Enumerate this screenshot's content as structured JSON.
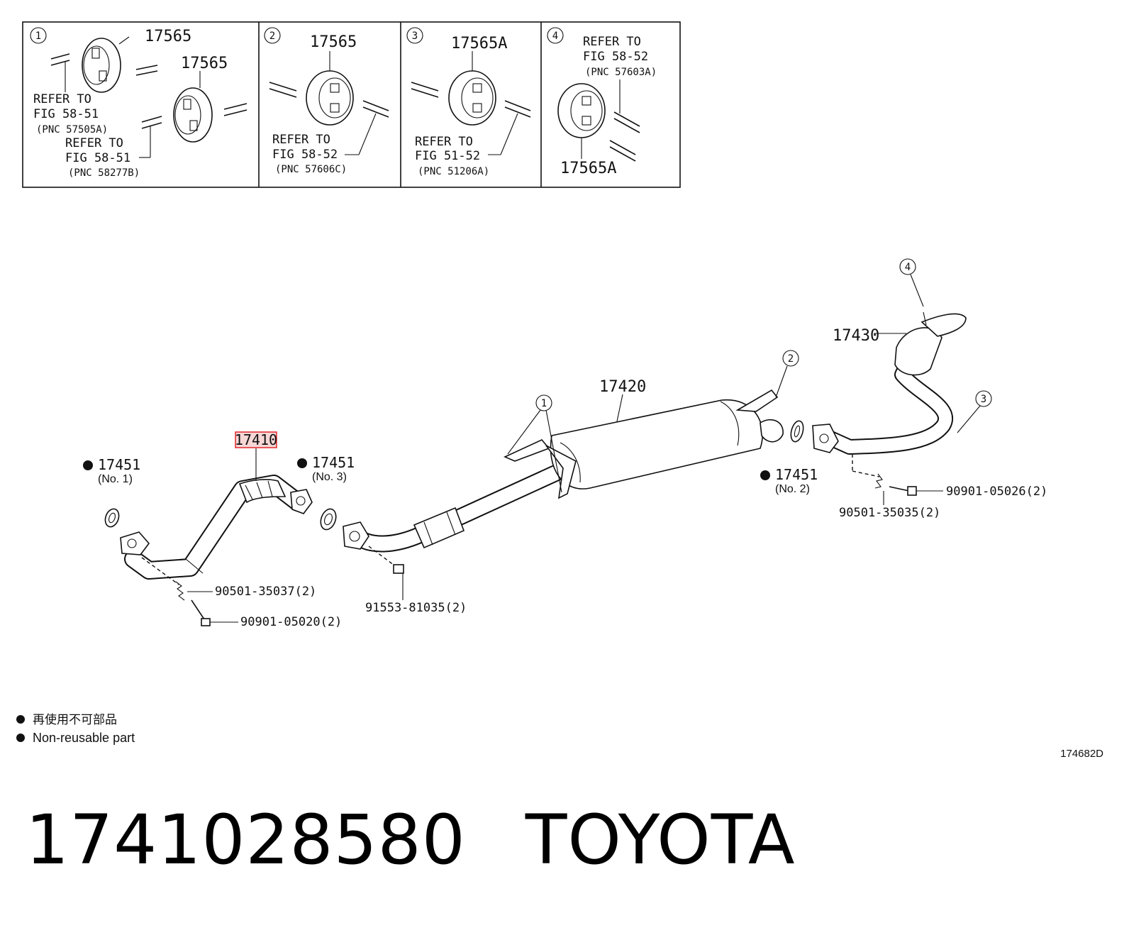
{
  "insets": [
    {
      "num": "1",
      "labels": [
        "17565",
        "17565"
      ],
      "notes": [
        [
          "REFER TO",
          "FIG 58-51",
          "(PNC 57505A)"
        ],
        [
          "REFER TO",
          "FIG 58-51",
          "(PNC 58277B)"
        ]
      ]
    },
    {
      "num": "2",
      "labels": [
        "17565"
      ],
      "notes": [
        [
          "REFER TO",
          "FIG 58-52",
          "(PNC 57606C)"
        ]
      ]
    },
    {
      "num": "3",
      "labels": [
        "17565A"
      ],
      "notes": [
        [
          "REFER TO",
          "FIG 51-52",
          "(PNC 51206A)"
        ]
      ]
    },
    {
      "num": "4",
      "labels": [
        "17565A"
      ],
      "notes": [
        [
          "REFER TO",
          "FIG 58-52",
          "(PNC 57603A)"
        ]
      ]
    }
  ],
  "parts": {
    "p17410": "17410",
    "p17420": "17420",
    "p17430": "17430",
    "gasket1": {
      "num": "17451",
      "note": "(No. 1)"
    },
    "gasket2": {
      "num": "17451",
      "note": "(No. 2)"
    },
    "gasket3": {
      "num": "17451",
      "note": "(No. 3)"
    },
    "spring_front": "90501-35037(2)",
    "bolt_front": "90901-05020(2)",
    "bolt_mid": "91553-81035(2)",
    "spring_rear": "90501-35035(2)",
    "bolt_rear": "90901-05026(2)"
  },
  "callouts": [
    "1",
    "2",
    "3",
    "4"
  ],
  "legend": {
    "jp": "再使用不可部品",
    "en": "Non-reusable part"
  },
  "diagram_code": "174682D",
  "footer": {
    "part_number": "1741028580",
    "brand": "TOYOTA"
  },
  "colors": {
    "highlight": "#e0262b",
    "highlight_fill": "#f7d6d6"
  }
}
